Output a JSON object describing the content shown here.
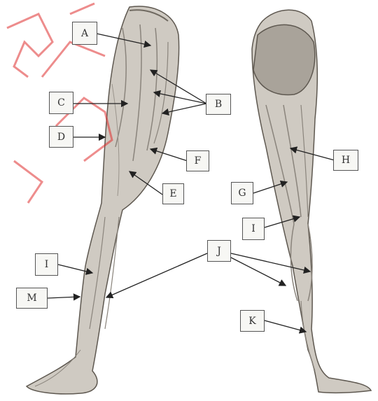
{
  "figure": {
    "labels": {
      "A": "A",
      "B": "B",
      "C": "C",
      "D": "D",
      "E": "E",
      "F": "F",
      "G": "G",
      "H": "H",
      "I_right": "I",
      "I_left": "I",
      "J": "J",
      "K": "K",
      "M": "M"
    },
    "watermark": "ВГУ"
  },
  "colors": {
    "ink": "#333333",
    "muscle": "#c9c4bc",
    "shade": "#7a746c",
    "watermark": "#e03030"
  }
}
